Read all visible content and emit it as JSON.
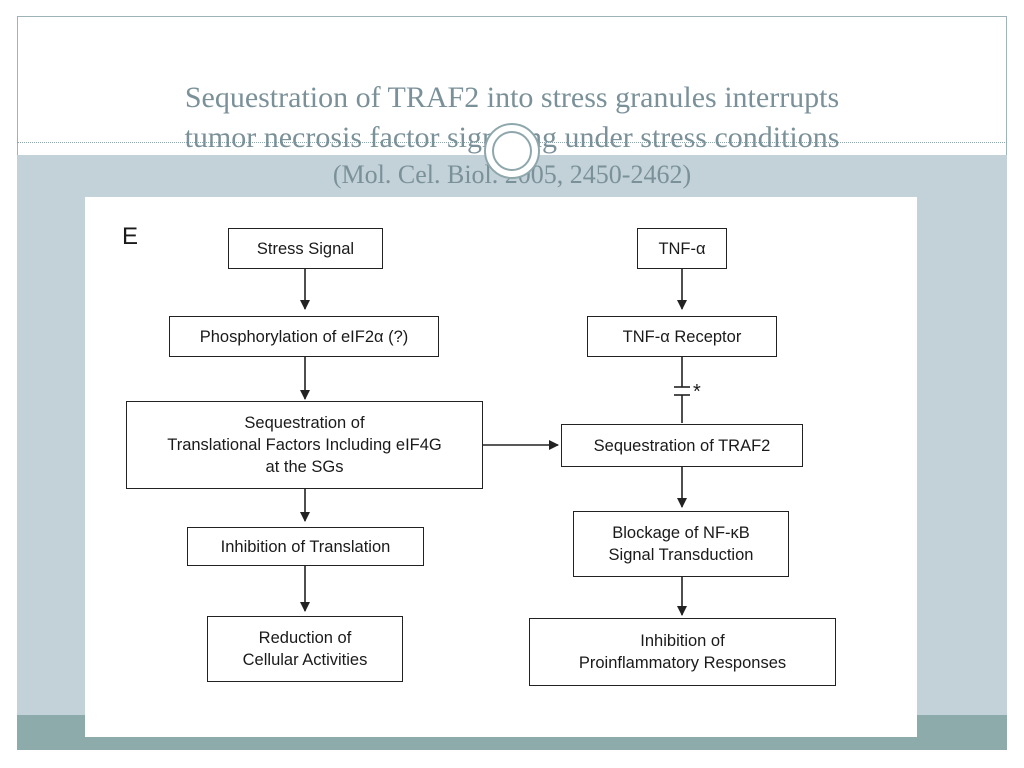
{
  "slide": {
    "title_line1": "Sequestration of TRAF2 into stress granules interrupts",
    "title_line2": "tumor necrosis factor signaling under stress conditions",
    "subtitle": "(Mol. Cel. Biol. 2005, 2450-2462)"
  },
  "figure": {
    "panel_label": "E",
    "nodes": {
      "stress_signal": "Stress Signal",
      "phosphorylation": "Phosphorylation of eIF2α (?)",
      "sequestration_factors_line1": "Sequestration of",
      "sequestration_factors_line2": "Translational Factors Including eIF4G",
      "sequestration_factors_line3": "at the SGs",
      "inhibition_translation": "Inhibition of Translation",
      "reduction_line1": "Reduction of",
      "reduction_line2": "Cellular Activities",
      "tnf_alpha": "TNF-α",
      "tnf_receptor": "TNF-α Receptor",
      "sequestration_traf2": "Sequestration of TRAF2",
      "blockage_line1": "Blockage of NF-κB",
      "blockage_line2": "Signal Transduction",
      "inhibition_proinflam_line1": "Inhibition of",
      "inhibition_proinflam_line2": "Proinflammatory Responses"
    },
    "inhibition_mark": "*"
  },
  "colors": {
    "title_text": "#7b9199",
    "band_light": "#c3d1d8",
    "band_dark": "#8dabaa"
  }
}
